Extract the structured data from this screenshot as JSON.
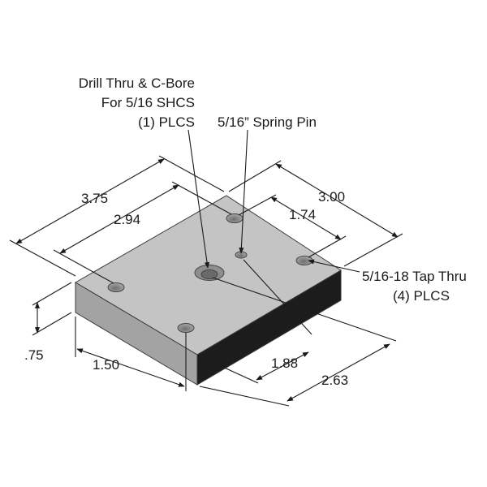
{
  "callouts": {
    "cbore_line1": "Drill Thru & C-Bore",
    "cbore_line2": "For 5/16 SHCS",
    "cbore_line3": "(1) PLCS",
    "spring_pin": "5/16” Spring Pin",
    "tap_line1": "5/16-18 Tap Thru",
    "tap_line2": "(4) PLCS"
  },
  "dimensions": {
    "length_overall": "3.75",
    "length_hole": "2.94",
    "width_overall": "3.00",
    "width_hole": "1.74",
    "thickness": ".75",
    "hole_offset_front": "1.50",
    "hole_offset_right_a": "1.88",
    "hole_offset_right_b": "2.63"
  },
  "colors": {
    "top_face": "#c4c4c4",
    "front_face": "#a2a2a2",
    "side_face": "#1c1c1c",
    "hole": "#8a8a8a",
    "ink": "#1a1a1a"
  }
}
